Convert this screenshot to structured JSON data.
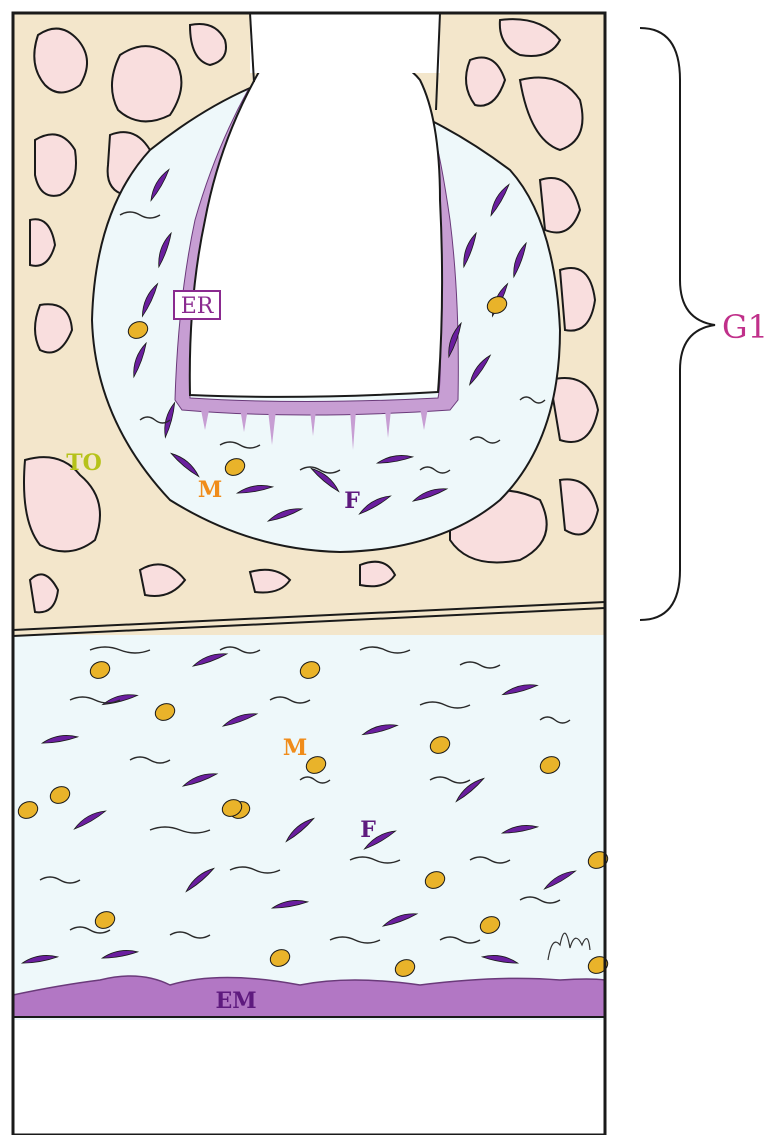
{
  "diagram": {
    "labels": {
      "er": "ER",
      "to": "TO",
      "m_upper": "M",
      "f_upper": "F",
      "m_lower": "M",
      "f_lower": "F",
      "em": "EM",
      "bracket": "G1"
    },
    "colors": {
      "bone": "#f3e6cb",
      "marrow": "#f9dede",
      "connective_tissue": "#eef8fa",
      "membrane": "#c79ed3",
      "fibroblast": "#6a1e9e",
      "macrophage": "#e9b32a",
      "outline": "#1a1a1a",
      "label_er": "#8a2a8f",
      "label_to": "#b6c21a",
      "label_m": "#f08c1a",
      "label_f": "#5e1a7e",
      "label_em": "#5e1a7e",
      "label_bracket": "#c0308a"
    }
  }
}
